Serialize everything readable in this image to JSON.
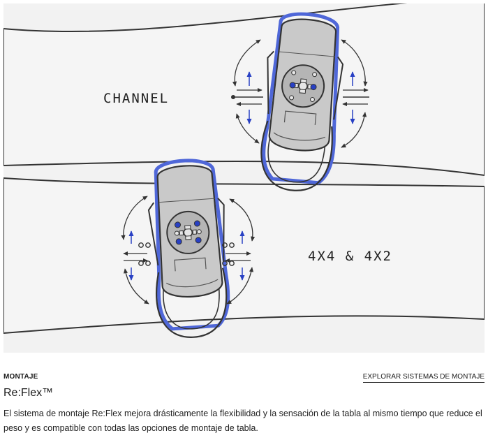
{
  "figure": {
    "labels": {
      "channel": "CHANNEL",
      "four_by": "4X4 & 4X2"
    },
    "colors": {
      "background": "#f2f2f2",
      "board": "#f5f5f5",
      "stroke": "#333333",
      "baseplate_fill": "#c9c9c9",
      "accent_blue": "#4f67d8",
      "arrow_blue": "#2840c4"
    }
  },
  "section": {
    "eyebrow": "MONTAJE",
    "link": "EXPLORAR SISTEMAS DE MONTAJE",
    "title": "Re:Flex™",
    "description": "El sistema de montaje Re:Flex mejora drásticamente la flexibilidad y la sensación de la tabla al mismo tiempo que reduce el peso y es compatible con todas las opciones de montaje de tabla."
  }
}
